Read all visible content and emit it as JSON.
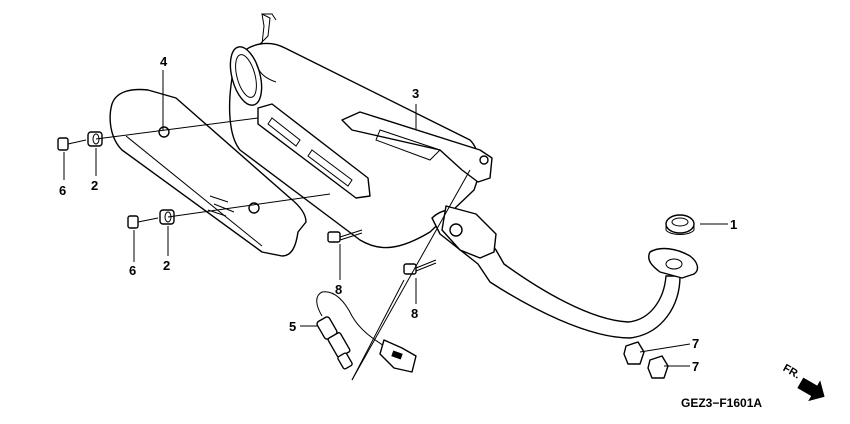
{
  "callouts": {
    "c1": "1",
    "c2a": "2",
    "c2b": "2",
    "c3": "3",
    "c4": "4",
    "c5": "5",
    "c6a": "6",
    "c6b": "6",
    "c7a": "7",
    "c7b": "7",
    "c8a": "8",
    "c8b": "8"
  },
  "direction_label": "FR.",
  "diagram_code": "GEZ3−F1601A",
  "icons": {
    "direction_arrow": "forward-arrow-icon"
  }
}
